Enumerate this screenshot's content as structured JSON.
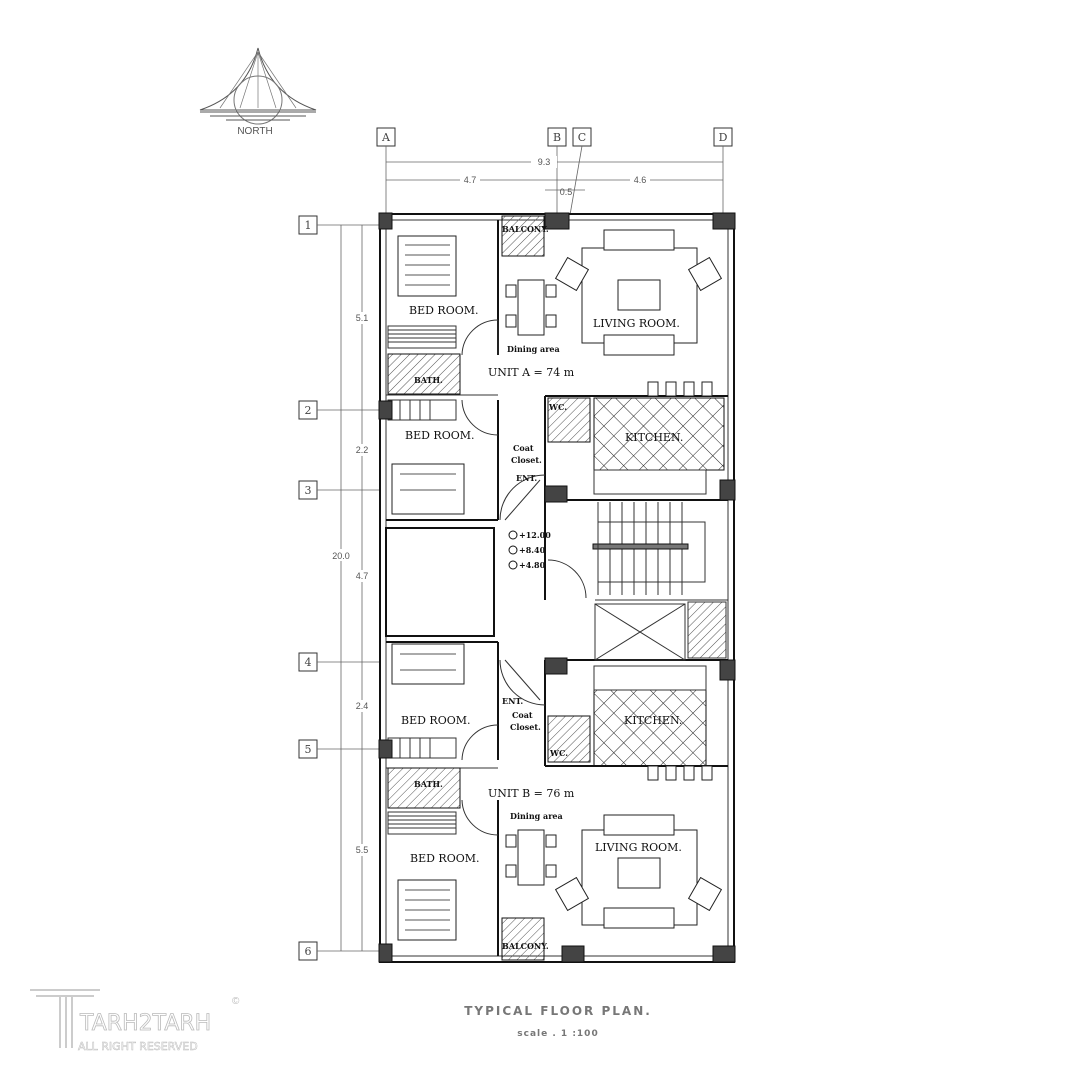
{
  "north": {
    "label": "NORTH"
  },
  "title": "TYPICAL  FLOOR  PLAN.",
  "scale": "scale . 1 :100",
  "logo": {
    "name": "TARH2TARH",
    "subtitle": "ALL RIGHT RESERVED",
    "mark": "©"
  },
  "grid_columns": [
    "A",
    "B",
    "C",
    "D"
  ],
  "grid_rows": [
    "1",
    "2",
    "3",
    "4",
    "5",
    "6"
  ],
  "dimensions": {
    "horizontal": {
      "total": "9.3",
      "a_b": "4.7",
      "b_c": "0.5",
      "c_d": "4.6"
    },
    "vertical": {
      "total": "20.0",
      "r1_2": "5.1",
      "r2_3": "2.2",
      "r3_4": "4.7",
      "r4_5": "2.4",
      "r5_6": "5.5"
    }
  },
  "levels": [
    "+12.00",
    "+8.40",
    "+4.80"
  ],
  "unit_a": {
    "title": "UNIT A = 74 m",
    "balcony": "BALCONY.",
    "bedroom1": "BED ROOM.",
    "bedroom2": "BED ROOM.",
    "living": "LIVING   ROOM.",
    "dining": "Dining area",
    "bath": "BATH.",
    "wc": "WC.",
    "kitchen": "KITCHEN.",
    "coat1": "Coat",
    "coat2": "Closet.",
    "ent": "ENT."
  },
  "unit_b": {
    "title": "UNIT B = 76 m",
    "balcony": "BALCONY.",
    "bedroom1": "BED ROOM.",
    "bedroom2": "BED ROOM.",
    "living": "LIVING   ROOM.",
    "dining": "Dining area",
    "bath": "BATH.",
    "wc": "WC.",
    "kitchen": "KITCHEN.",
    "coat1": "Coat",
    "coat2": "Closet.",
    "ent": "ENT."
  }
}
